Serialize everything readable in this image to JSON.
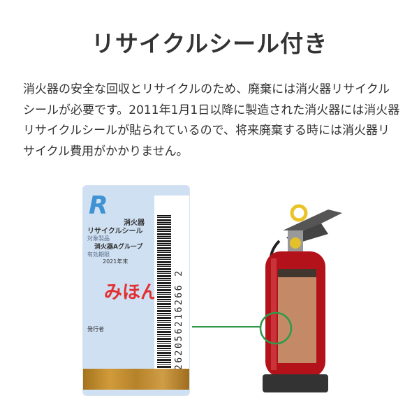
{
  "title": "リサイクルシール付き",
  "description_lines": [
    "消火器の安全な回収とリサイクルのため、廃棄には消火器リサイクル",
    "シールが必要です。2011年1月1日以降に製造された消火器には消火器",
    "リサイクルシールが貼られているので、将来廃棄する時には消火器リ",
    "サイクル費用がかかりません。"
  ],
  "sticker": {
    "logo": "R",
    "heading1": "消火器",
    "heading2": "リサイクルシール",
    "target_label": "対象製品",
    "target_value": "消火器Aグループ",
    "expiry_label": "有効期限",
    "expiry_value": "2021年末",
    "sample_mark": "みほん",
    "publisher_label": "発行者",
    "barcode_number": "262056216266 2"
  },
  "colors": {
    "indicator_line": "#2e9a4a",
    "extinguisher_body": "#b3121b"
  }
}
